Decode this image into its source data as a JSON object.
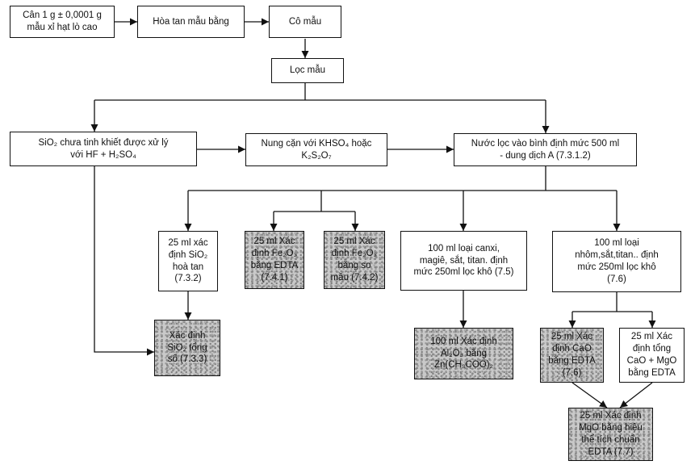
{
  "boxes": [
    {
      "id": "b1",
      "text": "Cân 1 g ± 0,0001 g\nmẫu xỉ hạt lò cao"
    },
    {
      "id": "b2",
      "text": "Hòa tan mẫu bằng"
    },
    {
      "id": "b3",
      "text": "Cô mẫu"
    },
    {
      "id": "b4",
      "text": "Lọc mẫu"
    },
    {
      "id": "b5",
      "text": "SiO₂ chưa tinh khiết được xử lý\nvới HF + H₂SO₄"
    },
    {
      "id": "b6",
      "text": "Nung cặn với KHSO₄ hoặc\nK₂S₂O₇"
    },
    {
      "id": "b7",
      "text": "Nước lọc vào bình định mức 500 ml\n- dung dịch A (7.3.1.2)"
    },
    {
      "id": "b8",
      "text": "25 ml xác\nđịnh SiO₂\nhoà tan\n(7.3.2)"
    },
    {
      "id": "b9",
      "text": "25 ml Xác\nđịnh Fe₂O₃\nbằng EDTA\n(7.4.1)"
    },
    {
      "id": "b10",
      "text": "25 ml Xác\nđịnh Fe₂O₃\nbằng so\nmầu (7.4.2)"
    },
    {
      "id": "b11",
      "text": "100 ml loại canxi,\nmagiê, sắt, titan. định\nmức 250ml lọc khô (7.5)"
    },
    {
      "id": "b12",
      "text": "100 ml loại\nnhôm,sắt,titan.. định\nmức 250ml lọc khô\n(7.6)"
    },
    {
      "id": "b13",
      "text": "Xác định\nSiO₂ tổng\nsố (7.3.3)"
    },
    {
      "id": "b14",
      "text": "100 ml Xác định\nAl₂O₃ bằng\nZn(CH₃COO)₂"
    },
    {
      "id": "b15",
      "text": "25 ml Xác\nđịnh CaO\nbằng EDTA\n(7.6)"
    },
    {
      "id": "b16",
      "text": "25 ml Xác\nđịnh tổng\nCaO + MgO\nbằng EDTA"
    },
    {
      "id": "b17",
      "text": "25 ml Xác định\nMgO bằng hiệu\nthể tích chuẩn\nEDTA (7.7)"
    }
  ]
}
